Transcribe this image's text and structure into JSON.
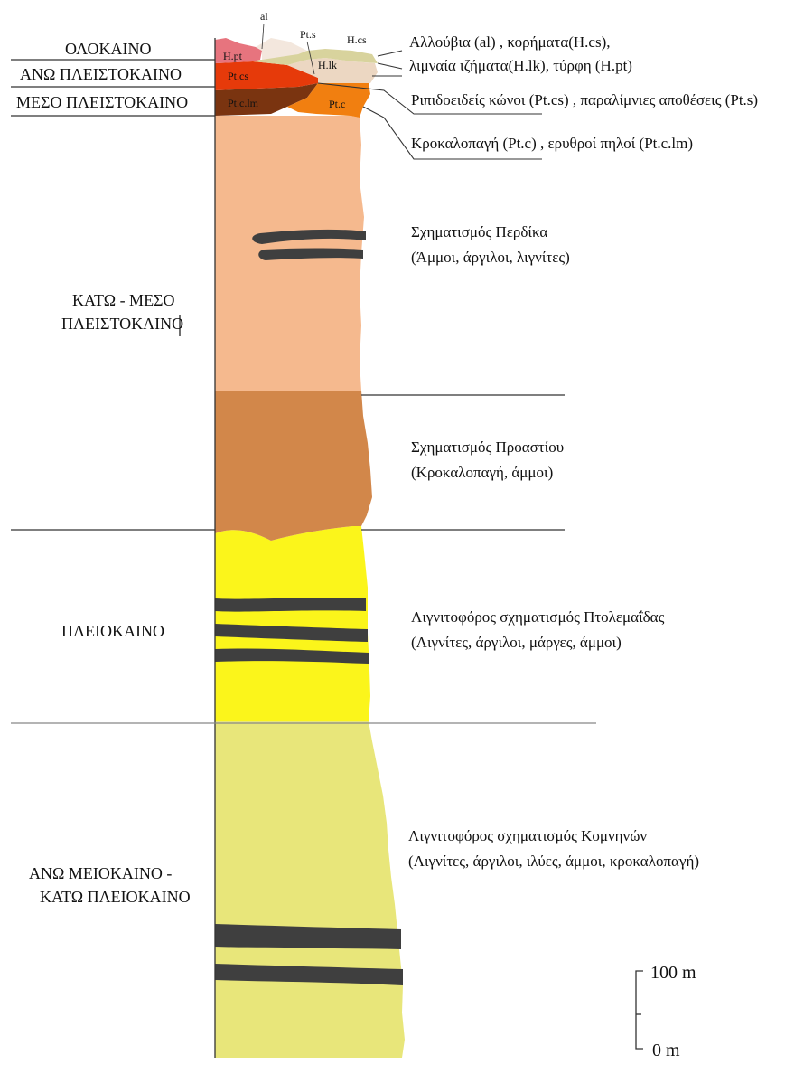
{
  "epochs": {
    "holocene": "ΟΛΟΚΑΙΝΟ",
    "upper_pleistocene": "ΑΝΩ ΠΛΕΙΣΤΟΚΑΙΝΟ",
    "middle_pleistocene": "ΜΕΣΟ ΠΛΕΙΣΤΟΚΑΙΝΟ",
    "lower_middle_pleistocene_line1": "ΚΑΤΩ - ΜΕΣΟ",
    "lower_middle_pleistocene_line2": "ΠΛΕΙΣΤΟΚΑΙΝΟ",
    "pliocene": "ΠΛΕΙΟΚΑΙΝΟ",
    "upper_miocene_line1": "ΑΝΩ ΜΕΙΟΚΑΙΝΟ -",
    "upper_miocene_line2": "ΚΑΤΩ ΠΛΕΙΟΚΑΙΝΟ"
  },
  "unit_codes": {
    "al": "al",
    "pts": "Pt.s",
    "hcs": "H.cs",
    "hpt": "H.pt",
    "hlk": "H.lk",
    "ptcs": "Pt.cs",
    "ptclm": "Pt.c.lm",
    "ptc": "Pt.c"
  },
  "descriptions": {
    "holocene_line1": "Αλλούβια (al) , κορήματα(H.cs),",
    "holocene_line2": "λιμναία ιζήματα(H.lk), τύρφη (H.pt)",
    "fans": "Ριπιδοειδείς κώνοι (Pt.cs) , παραλίμνιες αποθέσεις (Pt.s)",
    "conglomerate": "Κροκαλοπαγή (Pt.c) , ερυθροί πηλοί (Pt.c.lm)",
    "perdika_line1": "Σχηματισμός Περδίκα",
    "perdika_line2": "(Άμμοι, άργιλοι, λιγνίτες)",
    "proastio_line1": "Σχηματισμός Προαστίου",
    "proastio_line2": "(Κροκαλοπαγή, άμμοι)",
    "ptolemaida_line1": "Λιγνιτοφόρος σχηματισμός Πτολεμαΐδας",
    "ptolemaida_line2": "(Λιγνίτες, άργιλοι, μάργες, άμμοι)",
    "komnina_line1": "Λιγνιτοφόρος σχηματισμός Κομνηνών",
    "komnina_line2": "(Λιγνίτες, άργιλοι, ιλύες, άμμοι, κροκαλοπαγή)"
  },
  "scale": {
    "top_label": "100 m",
    "bottom_label": "0 m"
  },
  "colors": {
    "lignite": "#3f3f3f",
    "komnina": "#e8e67a",
    "ptolemaida": "#fbf51b",
    "proastio": "#d2874a",
    "perdika": "#f5b98e",
    "pt_c": "#f17f10",
    "pt_c_lm": "#7a3410",
    "pt_cs": "#e63a0a",
    "h_pt": "#e7747e",
    "h_cs": "#d8d39d",
    "h_lk": "#ecd7c2",
    "al": "#f3e7dd"
  }
}
